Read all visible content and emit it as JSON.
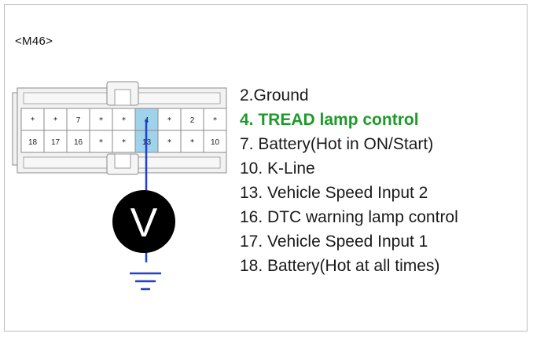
{
  "connector": {
    "label": "<M46>"
  },
  "meter": {
    "symbol": "V"
  },
  "pins": {
    "top": [
      "*",
      "*",
      "7",
      "*",
      "*",
      "4",
      "*",
      "2",
      "*"
    ],
    "bottom": [
      "18",
      "17",
      "16",
      "*",
      "*",
      "13",
      "*",
      "*",
      "10"
    ]
  },
  "legend": [
    {
      "text": "2.Ground",
      "highlight": false
    },
    {
      "text": "4. TREAD lamp control",
      "highlight": true
    },
    {
      "text": "7. Battery(Hot in ON/Start)",
      "highlight": false
    },
    {
      "text": "10. K-Line",
      "highlight": false
    },
    {
      "text": "13. Vehicle Speed Input 2",
      "highlight": false
    },
    {
      "text": "16. DTC warning lamp control",
      "highlight": false
    },
    {
      "text": "17. Vehicle Speed Input 1",
      "highlight": false
    },
    {
      "text": "18. Battery(Hot at all times)",
      "highlight": false
    }
  ],
  "colors": {
    "highlight_text": "#1e9a2a",
    "probe_wire": "#1f3fd6",
    "ground_symbol": "#1f3fd6",
    "highlight_pin": "#9fd3ec",
    "meter_fill": "#000000",
    "meter_symbol": "#ffffff",
    "connector_fill": "#f2f2f2",
    "connector_stroke": "#8a8a8a"
  }
}
